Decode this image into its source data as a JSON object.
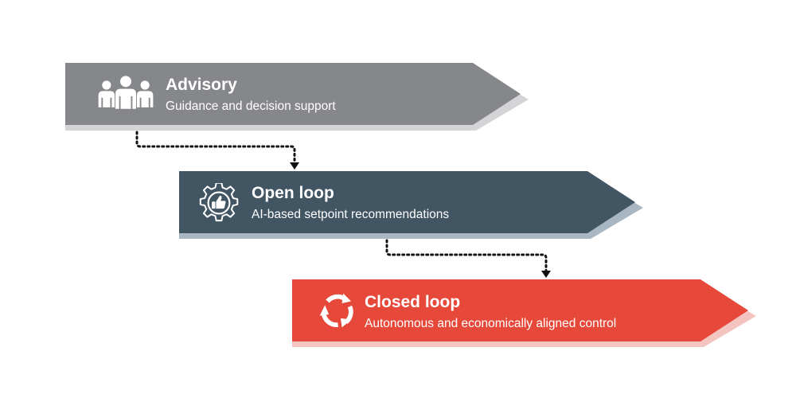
{
  "steps": [
    {
      "title": "Advisory",
      "subtitle": "Guidance and decision support",
      "color": "#86878b",
      "shadow_color": "#d4d4d6",
      "icon": "people-group-icon"
    },
    {
      "title": "Open loop",
      "subtitle": "AI-based setpoint recommendations",
      "color": "#425563",
      "shadow_color": "#a9b7c2",
      "icon": "gear-thumbs-up-icon"
    },
    {
      "title": "Closed loop",
      "subtitle": "Autonomous and economically aligned control",
      "color": "#e6483a",
      "shadow_color": "#f4c5c0",
      "icon": "circular-arrows-icon"
    }
  ],
  "connector_color": "#111111"
}
